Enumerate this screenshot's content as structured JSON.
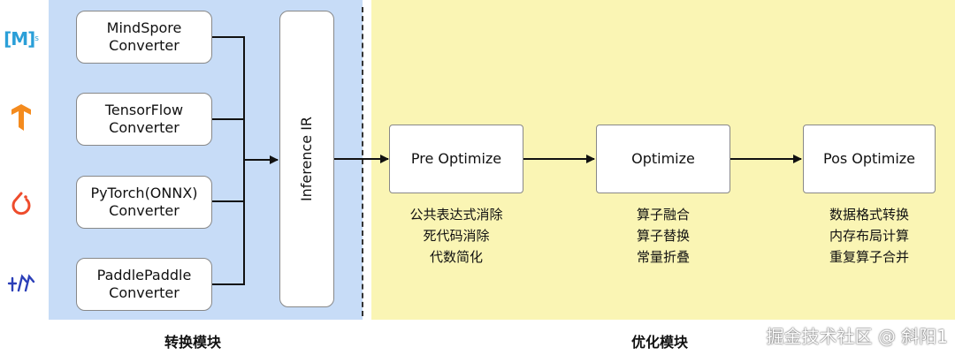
{
  "converters": [
    {
      "line1": "MindSpore",
      "line2": "Converter"
    },
    {
      "line1": "TensorFlow",
      "line2": "Converter"
    },
    {
      "line1": "PyTorch(ONNX)",
      "line2": "Converter"
    },
    {
      "line1": "PaddlePaddle",
      "line2": "Converter"
    }
  ],
  "inference_ir": "Inference IR",
  "optimizers": [
    {
      "label": "Pre Optimize",
      "notes": [
        "公共表达式消除",
        "死代码消除",
        "代数简化"
      ]
    },
    {
      "label": "Optimize",
      "notes": [
        "算子融合",
        "算子替换",
        "常量折叠"
      ]
    },
    {
      "label": "Pos Optimize",
      "notes": [
        "数据格式转换",
        "内存布局计算",
        "重复算子合并"
      ]
    }
  ],
  "sections": {
    "left": "转换模块",
    "right": "优化模块"
  },
  "watermark": "掘金技术社区 @ 斜阳1",
  "logos": {
    "mindspore_text": "[M]",
    "mindspore_sup": "s"
  },
  "colors": {
    "left_panel": "#c7dcf7",
    "right_panel": "#faf5b4"
  }
}
